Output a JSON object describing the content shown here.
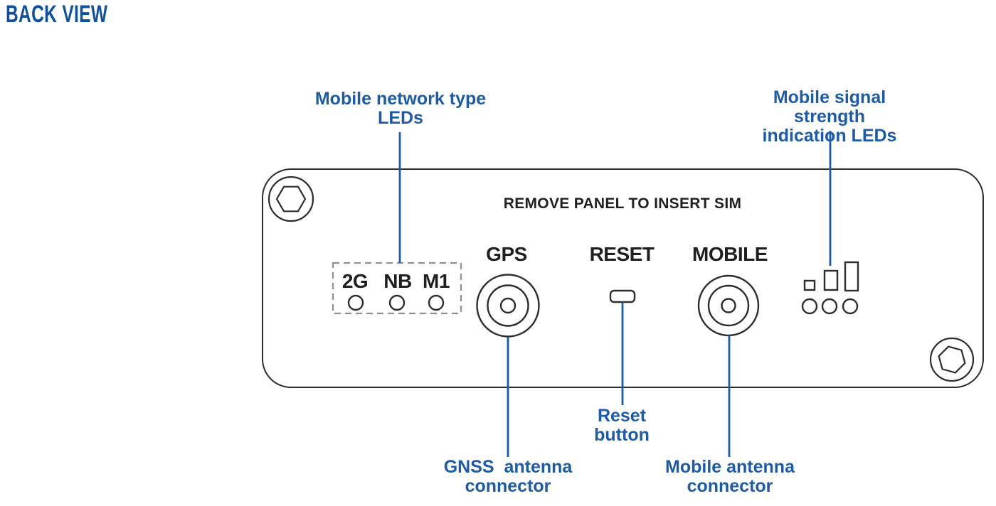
{
  "title": "BACK VIEW",
  "colors": {
    "accent": "#1d5ba8",
    "title": "#11509e",
    "outline": "#2d2d2d",
    "dark": "#1f1f1f",
    "dashed": "#909090"
  },
  "panel": {
    "note": "REMOVE PANEL TO INSERT SIM",
    "ports": {
      "gps": "GPS",
      "reset": "RESET",
      "mobile": "MOBILE"
    },
    "network_leds": [
      "2G",
      "NB",
      "M1"
    ]
  },
  "annotations": {
    "network_type": "Mobile network type\nLEDs",
    "signal_strength": "Mobile signal strength\nindication LEDs",
    "reset_button": "Reset\nbutton",
    "gnss_connector": "GNSS  antenna\nconnector",
    "mobile_connector": "Mobile antenna\nconnector"
  }
}
